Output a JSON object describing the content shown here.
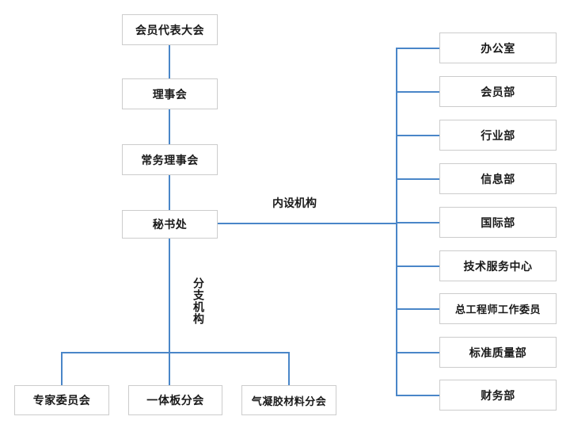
{
  "diagram": {
    "type": "organization-chart",
    "title": "",
    "colors": {
      "connector": "#4a86c8",
      "box_border": "#cccccc",
      "background": "#ffffff",
      "text": "#1a1a1a"
    },
    "hierarchy_chain": [
      {
        "id": "assembly",
        "label": "会员代表大会"
      },
      {
        "id": "council",
        "label": "理事会"
      },
      {
        "id": "standing-council",
        "label": "常务理事会"
      },
      {
        "id": "secretariat",
        "label": "秘书处"
      }
    ],
    "group_labels": {
      "internal": "内设机构",
      "branches": "分支机构"
    },
    "internal_departments": [
      {
        "id": "office",
        "label": "办公室"
      },
      {
        "id": "membership",
        "label": "会员部"
      },
      {
        "id": "industry",
        "label": "行业部"
      },
      {
        "id": "information",
        "label": "信息部"
      },
      {
        "id": "international",
        "label": "国际部"
      },
      {
        "id": "tech-service-center",
        "label": "技术服务中心"
      },
      {
        "id": "chief-engineer-committee",
        "label": "总工程师工作委员"
      },
      {
        "id": "standard-quality",
        "label": "标准质量部"
      },
      {
        "id": "finance",
        "label": "财务部"
      }
    ],
    "branch_organizations": [
      {
        "id": "expert-committee",
        "label": "专家委员会"
      },
      {
        "id": "integrated-board-branch",
        "label": "一体板分会"
      },
      {
        "id": "aerogel-material-branch",
        "label": "气凝胶材料分会"
      }
    ]
  }
}
